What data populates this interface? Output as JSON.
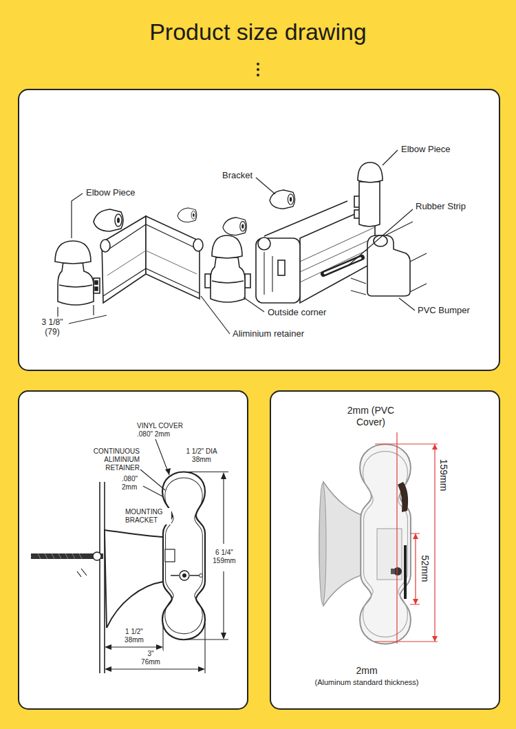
{
  "diagram": {
    "title": "Product size drawing",
    "labels": [
      "Elbow Piece",
      "Bracket",
      "Elbow Piece",
      "Rubber Strip",
      "Outside corner",
      "PVC Bumper",
      "3 1/8\" (79)",
      "Aliminium retainer",
      "VINYL COVER .080\" 2mm",
      "CONTINUOUS ALIMINIUM RETAINER",
      ".080\" 2mm",
      "1 1/2\" DIA 38mm",
      "MOUNTING BRACKET",
      "6 1/4\" 159mm",
      "1 1/2\" 38mm",
      "3\" 76mm",
      "2mm (PVC Cover)",
      "159mm",
      "52mm",
      "2mm",
      "(Aluminum standard thickness)"
    ]
  }
}
